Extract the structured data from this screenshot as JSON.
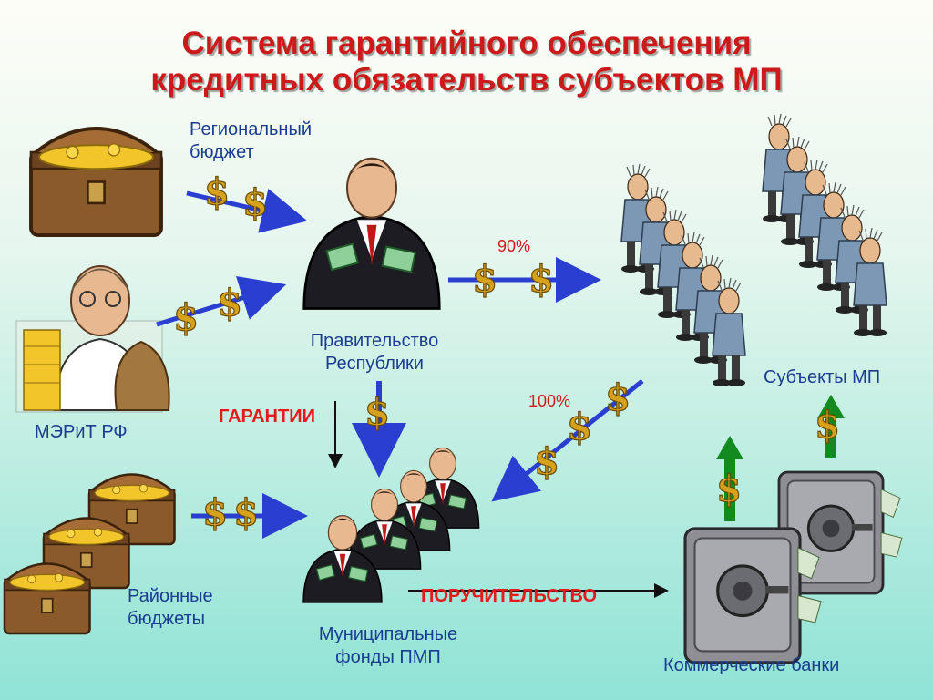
{
  "title": {
    "line1": "Система гарантийного обеспечения",
    "line2": "кредитных обязательств субъектов МП"
  },
  "labels": {
    "regional_budget_l1": "Региональный",
    "regional_budget_l2": "бюджет",
    "meritrf": "МЭРиТ РФ",
    "district_budgets_l1": "Районные",
    "district_budgets_l2": "бюджеты",
    "government_l1": "Правительство",
    "government_l2": "Республики",
    "municipal_funds_l1": "Муниципальные",
    "municipal_funds_l2": "фонды ПМП",
    "subjects_mp": "Субъекты МП",
    "commercial_banks": "Коммерческие банки"
  },
  "flows": {
    "guarantees": "ГАРАНТИИ",
    "suretyship": "ПОРУЧИТЕЛЬСТВО",
    "gov_to_subjects_pct": "90%",
    "funds_pct": "100%"
  },
  "icons": {
    "dollar": "$",
    "treasure_chest": "treasure-chest-icon",
    "businessman": "businessman-icon",
    "old_man_with_gold": "old-man-gold-icon",
    "small_business_crowd": "people-crowd-icon",
    "bank_safe": "bank-safe-icon"
  },
  "colors": {
    "title": "#cc1a1a",
    "label_blue": "#1a3d8f",
    "arrow_blue": "#2a3fd0",
    "arrow_green": "#138a20",
    "dollar_gold": "#d6a21c",
    "red_text": "#e41b1b"
  }
}
